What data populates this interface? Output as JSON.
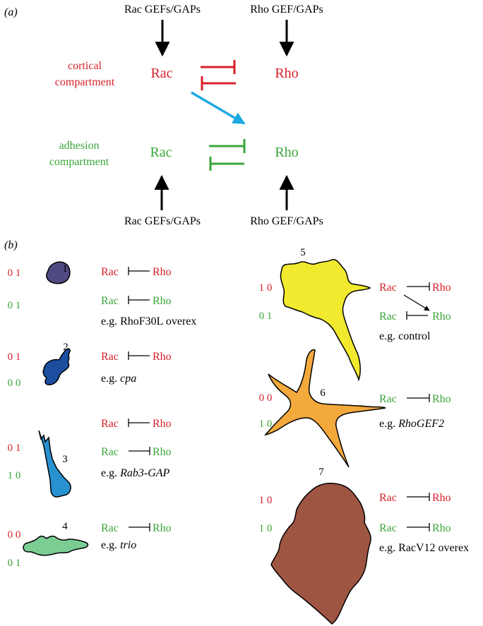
{
  "colors": {
    "red": "#d7202a",
    "green": "#3aa63a",
    "black": "#000000",
    "blue_arrow": "#1ea8e0",
    "cell1": "#4f4a80",
    "cell2": "#1c4ea0",
    "cell3": "#2891d0",
    "cell4": "#7ccd94",
    "cell5": "#f2ea2e",
    "cell6": "#f4a93d",
    "cell7": "#9e5542"
  },
  "panel_a": {
    "label": "(a)",
    "top_left_regulators": "Rac GEFs/GAPs",
    "top_right_regulators": "Rho GEF/GAPs",
    "bottom_left_regulators": "Rac GEFs/GAPs",
    "bottom_right_regulators": "Rho GEF/GAPs",
    "cortical_line1": "cortical",
    "cortical_line2": "compartment",
    "adhesion_line1": "adhesion",
    "adhesion_line2": "compartment",
    "cortical_rac": "Rac",
    "cortical_rho": "Rho",
    "adhesion_rac": "Rac",
    "adhesion_rho": "Rho"
  },
  "panel_b": {
    "label": "(b)",
    "cells": [
      {
        "number": "1",
        "code_top": "0 1",
        "code_bottom": "0 1",
        "example_prefix": "e.g. ",
        "example": "RhoF30L overex"
      },
      {
        "number": "2",
        "code_top": "0 1",
        "code_bottom": "0 0",
        "example_prefix": "e.g. ",
        "example": "cpa"
      },
      {
        "number": "3",
        "code_top": "0 1",
        "code_bottom": "1 0",
        "example_prefix": "e.g. ",
        "example": "Rab3-GAP"
      },
      {
        "number": "4",
        "code_top": "0 0",
        "code_bottom": "0 1",
        "example_prefix": "e.g. ",
        "example": "trio"
      },
      {
        "number": "5",
        "code_top": "1 0",
        "code_bottom": "0 1",
        "example_prefix": "e.g. ",
        "example": "control"
      },
      {
        "number": "6",
        "code_top": "0 0",
        "code_bottom": "1 0",
        "example_prefix": "e.g. ",
        "example": "RhoGEF2"
      },
      {
        "number": "7",
        "code_top": "1 0",
        "code_bottom": "1 0",
        "example_prefix": "e.g. ",
        "example": "RacV12 overex"
      }
    ],
    "rac": "Rac",
    "rho": "Rho"
  }
}
